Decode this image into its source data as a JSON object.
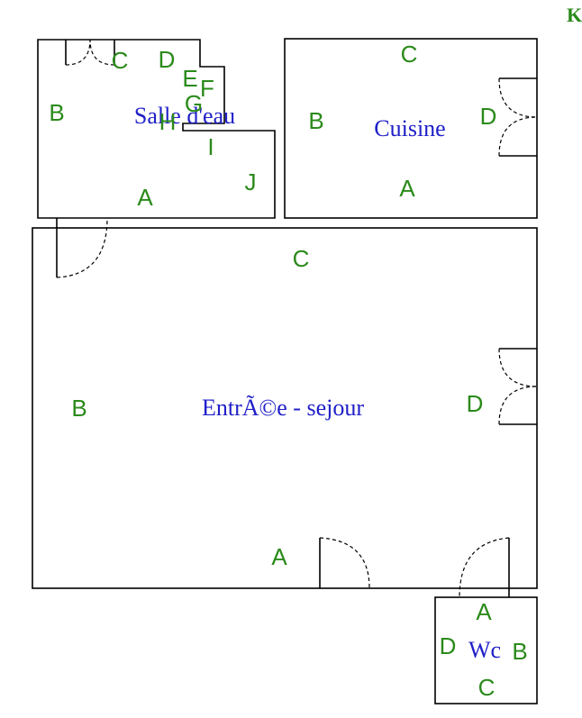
{
  "colors": {
    "label": "#2a8a1a",
    "room": "#2020c8",
    "wall": "#000000"
  },
  "corner_label": "K",
  "rooms": {
    "salle_deau": {
      "name": "Salle d'eau",
      "labels": {
        "a": "A",
        "b": "B",
        "c": "C",
        "d": "D",
        "e": "E",
        "f": "F",
        "g": "G",
        "h": "H",
        "i": "I",
        "j": "J"
      }
    },
    "cuisine": {
      "name": "Cuisine",
      "labels": {
        "a": "A",
        "b": "B",
        "c": "C",
        "d": "D"
      }
    },
    "entree_sejour": {
      "name": "EntrÃ©e - sejour",
      "labels": {
        "a": "A",
        "b": "B",
        "c": "C",
        "d": "D"
      }
    },
    "wc": {
      "name": "Wc",
      "labels": {
        "a": "A",
        "b": "B",
        "c": "C",
        "d": "D"
      }
    }
  }
}
